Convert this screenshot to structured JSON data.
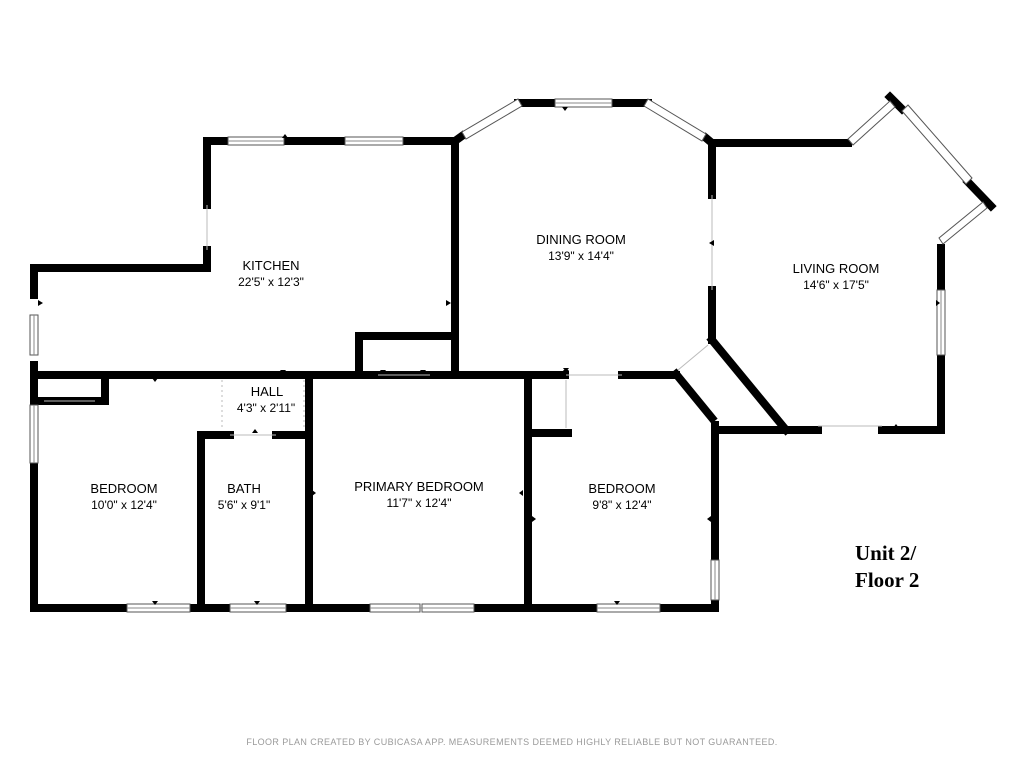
{
  "rooms": {
    "kitchen": {
      "name": "KITCHEN",
      "dims": "22'5\" x 12'3\""
    },
    "dining": {
      "name": "DINING ROOM",
      "dims": "13'9\" x 14'4\""
    },
    "living": {
      "name": "LIVING ROOM",
      "dims": "14'6\" x 17'5\""
    },
    "hall": {
      "name": "HALL",
      "dims": "4'3\" x 2'11\""
    },
    "bedroom_left": {
      "name": "BEDROOM",
      "dims": "10'0\" x 12'4\""
    },
    "bath": {
      "name": "BATH",
      "dims": "5'6\" x 9'1\""
    },
    "primary": {
      "name": "PRIMARY BEDROOM",
      "dims": "11'7\" x 12'4\""
    },
    "bedroom_right": {
      "name": "BEDROOM",
      "dims": "9'8\" x 12'4\""
    }
  },
  "unit": {
    "line1": "Unit 2/",
    "line2": "Floor 2"
  },
  "footer": "FLOOR PLAN CREATED BY CUBICASA APP. MEASUREMENTS DEEMED HIGHLY RELIABLE BUT NOT GUARANTEED."
}
